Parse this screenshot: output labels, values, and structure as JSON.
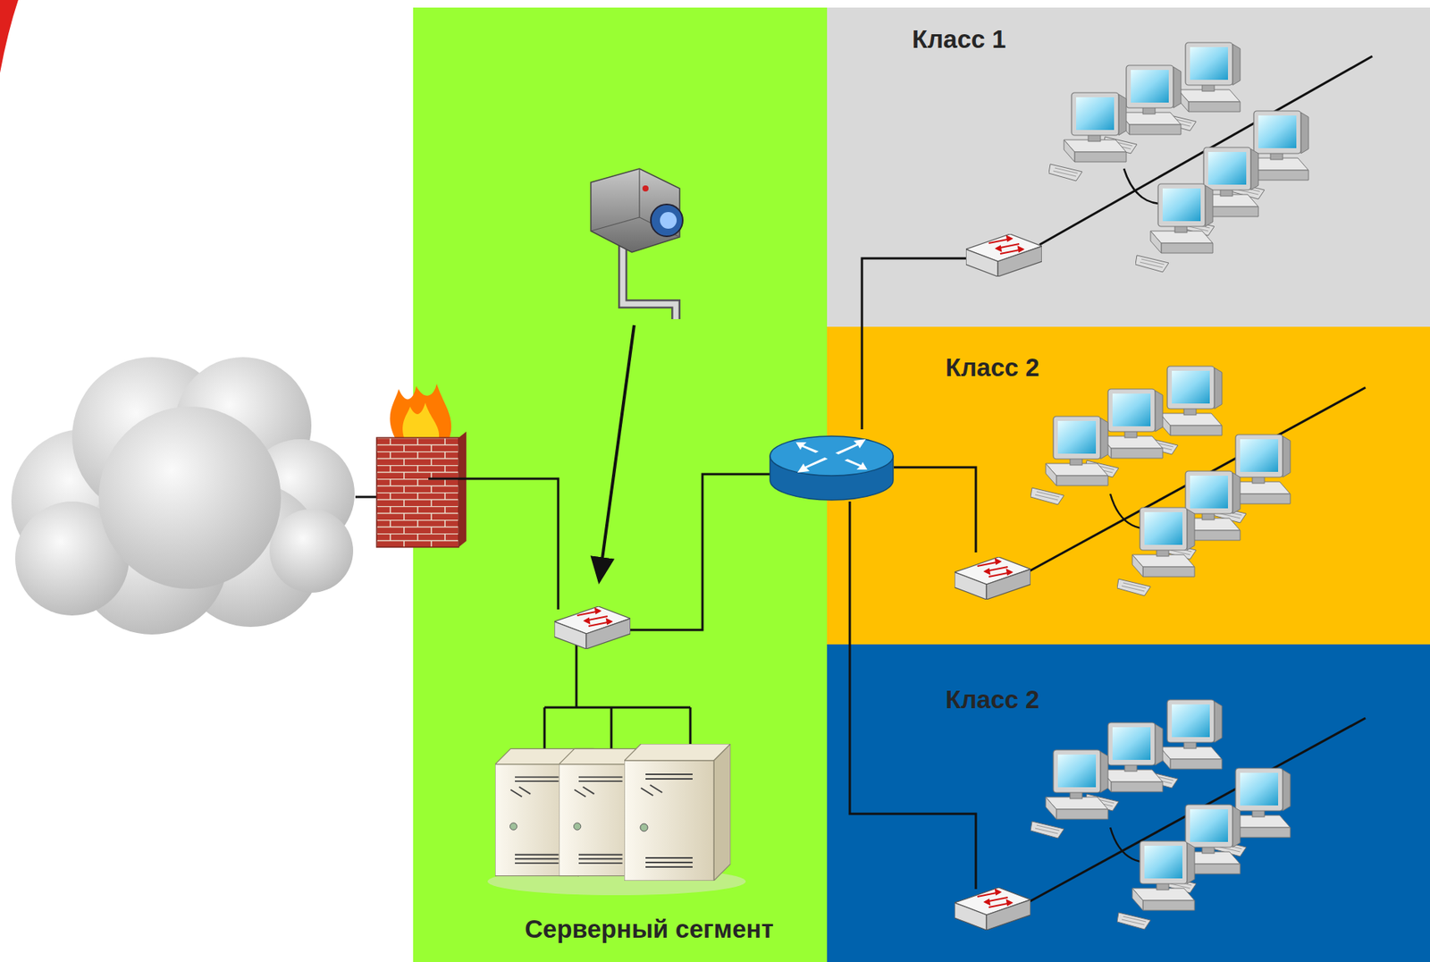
{
  "diagram": {
    "nodes": [
      {
        "text": [
          "Серверный сегмент"
        ]
      },
      {
        "text": [
          "Класс 1"
        ]
      },
      {
        "text": [
          "Класс 2"
        ]
      },
      {
        "text": [
          "Класс 2"
        ]
      }
    ]
  }
}
